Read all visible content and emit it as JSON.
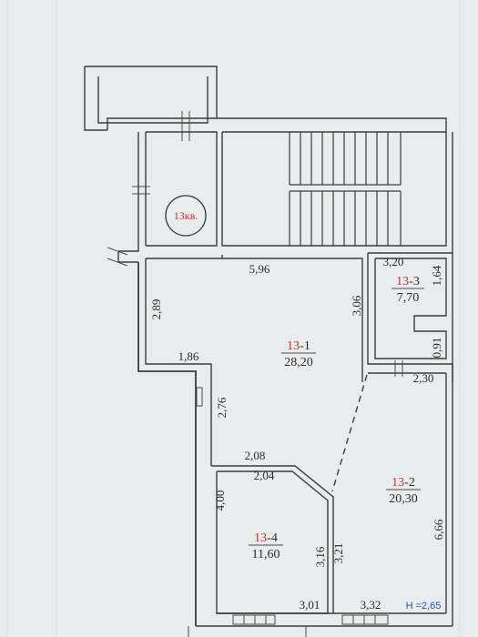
{
  "apartment_label": "13кв.",
  "rooms": [
    {
      "id": "13-1",
      "prefix": "13",
      "suffix": "-1",
      "area": "28,20"
    },
    {
      "id": "13-2",
      "prefix": "13",
      "suffix": "-2",
      "area": "20,30"
    },
    {
      "id": "13-3",
      "prefix": "13",
      "suffix": "-3",
      "area": "7,70"
    },
    {
      "id": "13-4",
      "prefix": "13",
      "suffix": "-4",
      "area": "11,60"
    }
  ],
  "dimensions": {
    "d596": "5,96",
    "d289": "2,89",
    "d306": "3,06",
    "d186": "1,86",
    "d276": "2,76",
    "d320": "3,20",
    "d164": "1,64",
    "d091": "0,91",
    "d230": "2,30",
    "d208": "2,08",
    "d204": "2,04",
    "d400": "4,00",
    "d316": "3,16",
    "d321": "3,21",
    "d301": "3,01",
    "d332": "3,32",
    "d666": "6,66"
  },
  "ceiling_height": "H =2,65"
}
